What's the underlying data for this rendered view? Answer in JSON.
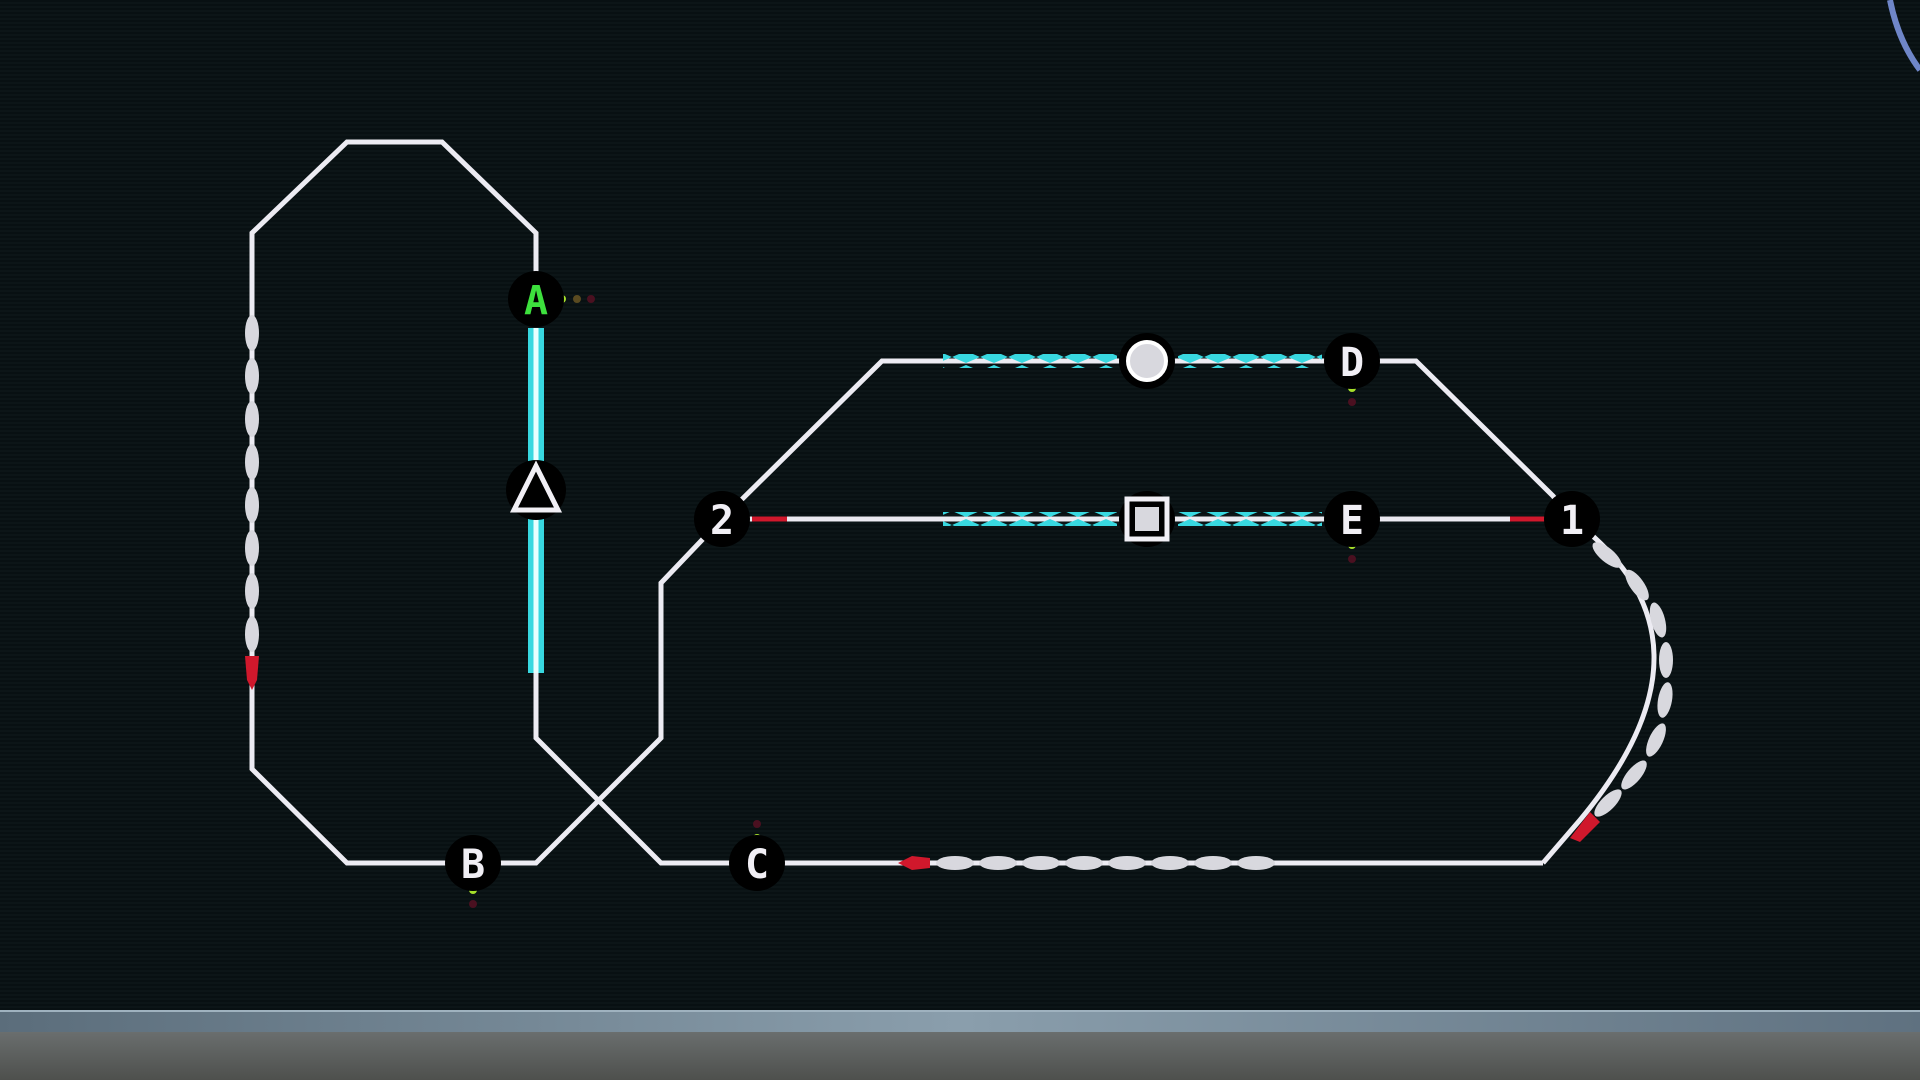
{
  "stations": {
    "A": "A",
    "B": "B",
    "C": "C",
    "D": "D",
    "E": "E",
    "one": "1",
    "two": "2"
  },
  "shapes": [
    "triangle-icon",
    "circle-icon",
    "square-icon"
  ],
  "colors": {
    "track": "#ecebf2",
    "active_segment": "#38d8e0",
    "train_head": "#d0182c",
    "station_active": "#3de03d",
    "signal_go": "#a6e02a"
  }
}
